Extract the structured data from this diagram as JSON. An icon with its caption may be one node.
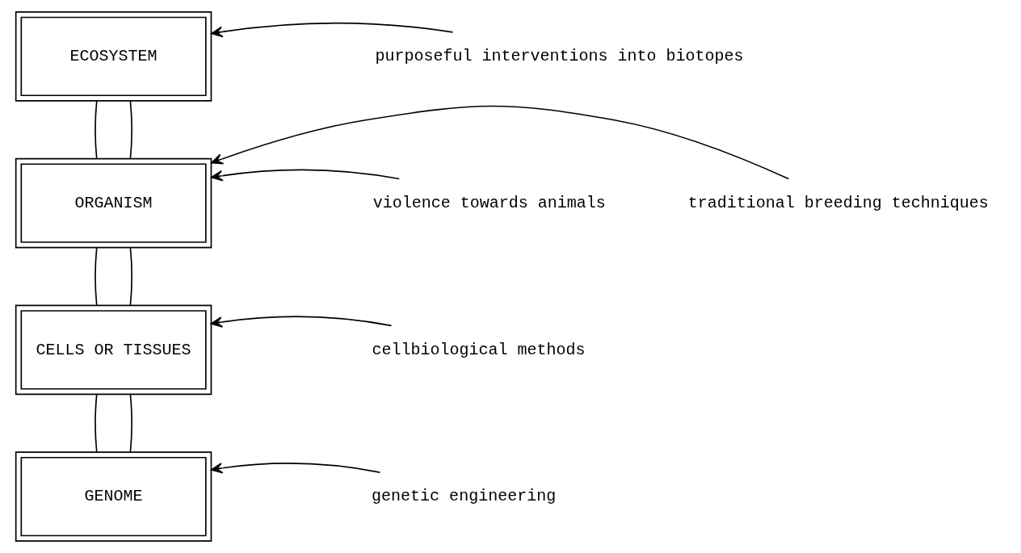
{
  "diagram": {
    "nodes": [
      {
        "text": [
          "ECOSYSTEM"
        ]
      },
      {
        "text": [
          "ORGANISM"
        ]
      },
      {
        "text": [
          "CELLS OR TISSUES"
        ]
      },
      {
        "text": [
          "GENOME"
        ]
      },
      {
        "text": [
          "purposeful interventions into biotopes"
        ]
      },
      {
        "text": [
          "traditional breeding techniques"
        ]
      },
      {
        "text": [
          "violence towards animals"
        ]
      },
      {
        "text": [
          "cellbiological methods"
        ]
      },
      {
        "text": [
          "genetic engineering"
        ]
      }
    ],
    "edges": [
      {
        "from": 0,
        "to": 1,
        "arrow": "none"
      },
      {
        "from": 0,
        "to": 1,
        "arrow": "none"
      },
      {
        "from": 1,
        "to": 2,
        "arrow": "none"
      },
      {
        "from": 1,
        "to": 2,
        "arrow": "none"
      },
      {
        "from": 2,
        "to": 3,
        "arrow": "none"
      },
      {
        "from": 2,
        "to": 3,
        "arrow": "none"
      },
      {
        "from": 4,
        "to": 0,
        "arrow": "to"
      },
      {
        "from": 5,
        "to": 1,
        "arrow": "to"
      },
      {
        "from": 6,
        "to": 1,
        "arrow": "to"
      },
      {
        "from": 7,
        "to": 2,
        "arrow": "to"
      },
      {
        "from": 8,
        "to": 3,
        "arrow": "to"
      }
    ]
  }
}
